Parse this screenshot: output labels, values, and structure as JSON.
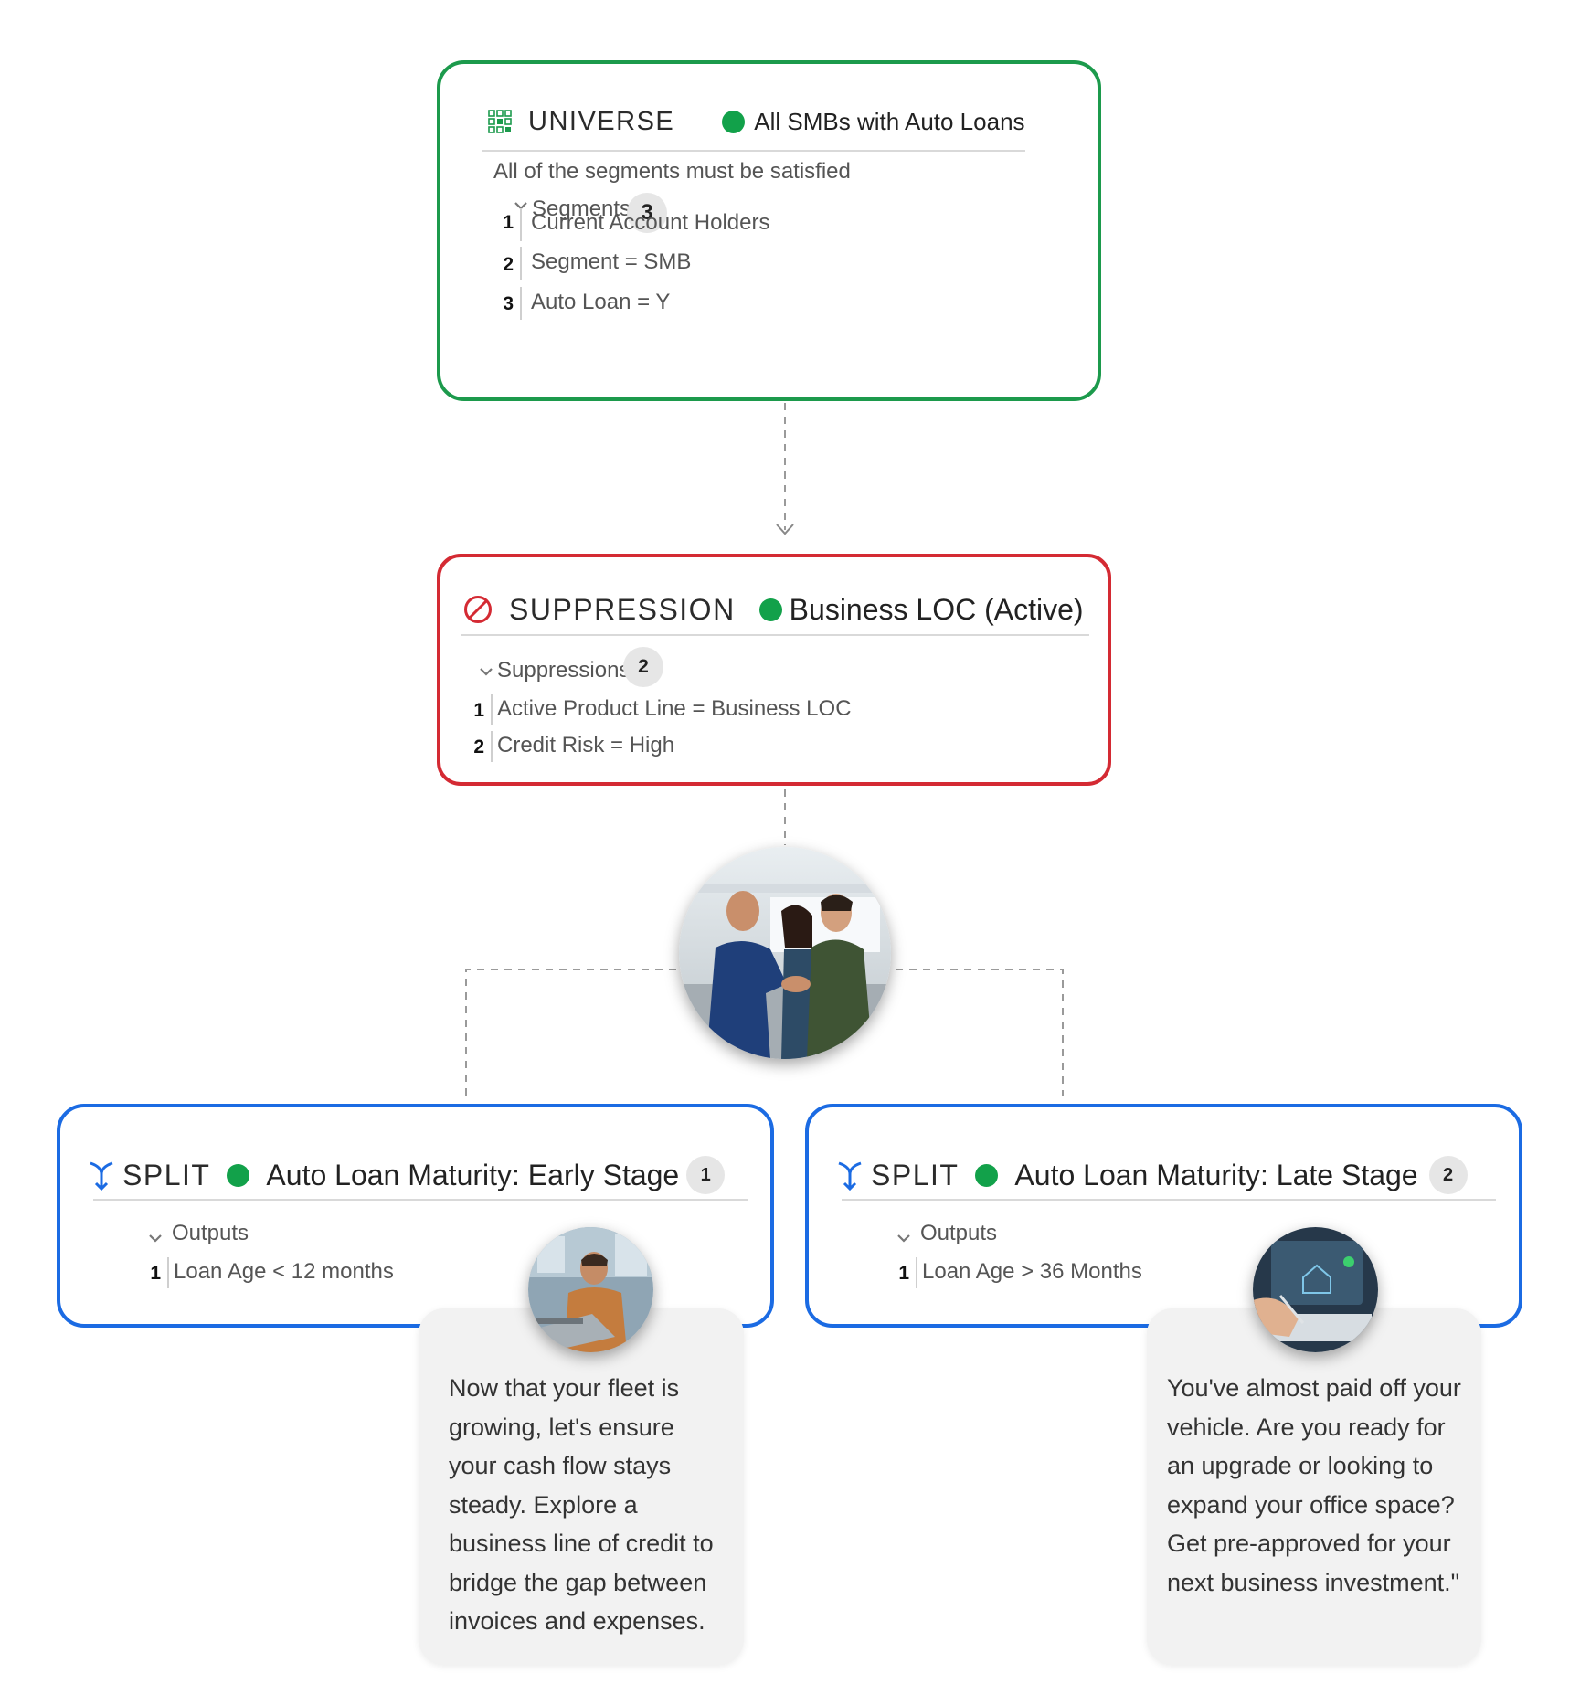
{
  "universe": {
    "kind": "UNIVERSE",
    "name": "All SMBs with Auto Loans",
    "status_color": "#12a14a",
    "border_color": "#1c9a4c",
    "icon": "grid-icon",
    "condition": "All of the segments must be satisfied",
    "group_label": "Segments",
    "group_count": "3",
    "items": [
      {
        "num": "1",
        "label": "Current Account Holders"
      },
      {
        "num": "2",
        "label": "Segment = SMB"
      },
      {
        "num": "3",
        "label": "Auto Loan = Y"
      }
    ]
  },
  "suppression": {
    "kind": "SUPPRESSION",
    "name": "Business LOC (Active)",
    "status_color": "#12a14a",
    "border_color": "#d42a33",
    "icon": "prohibited-icon",
    "group_label": "Suppressions",
    "group_count": "2",
    "items": [
      {
        "num": "1",
        "label": "Active Product Line = Business LOC"
      },
      {
        "num": "2",
        "label": "Credit Risk = High"
      }
    ]
  },
  "splits": [
    {
      "kind": "SPLIT",
      "name": "Auto Loan Maturity: Early Stage",
      "badge": "1",
      "icon": "split-icon",
      "group_label": "Outputs",
      "items": [
        {
          "num": "1",
          "label": "Loan Age < 12 months"
        }
      ],
      "message": "Now that your fleet is growing, let's ensure your cash flow stays steady. Explore a business line of credit to bridge the gap between invoices and expenses."
    },
    {
      "kind": "SPLIT",
      "name": "Auto Loan Maturity: Late Stage",
      "badge": "2",
      "icon": "split-icon",
      "group_label": "Outputs",
      "items": [
        {
          "num": "1",
          "label": "Loan Age > 36 Months"
        }
      ],
      "message": "You've almost paid off your vehicle. Are you ready for an upgrade or looking to expand your office space? Get pre-approved for your next business investment.\""
    }
  ],
  "colors": {
    "universe": "#1c9a4c",
    "suppression": "#d42a33",
    "split": "#1b6be3",
    "active_dot": "#12a14a"
  }
}
